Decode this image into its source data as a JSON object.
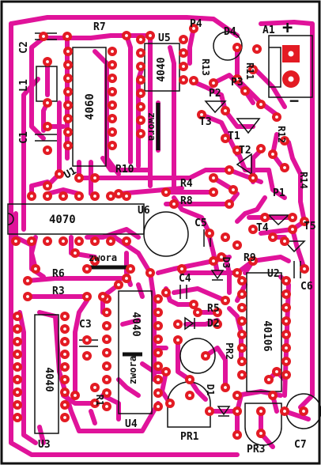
{
  "board": {
    "trace_color": "#e0139a",
    "pad_color": "#e31b23",
    "silk_color": "#111111",
    "background": "#ffffff"
  },
  "labels": {
    "c2": "C2",
    "r7": "R7",
    "u5": "U5",
    "p4": "P4",
    "d4": "D4",
    "a1": "A1",
    "plus": "+",
    "minus": "−",
    "l1": "L1",
    "c1": "C1",
    "ic4060": "4060",
    "ic4040_top": "4040",
    "zwora_top": "zwora",
    "r13": "R13",
    "r11": "R11",
    "p2": "P2",
    "p3": "P3",
    "t3": "T3",
    "t1": "T1",
    "r12": "R12",
    "t2": "T2",
    "u1": "U1",
    "r10": "R10",
    "r4": "R4",
    "r14": "R14",
    "p1": "P1",
    "r8": "R8",
    "u6": "U6",
    "ic4070": "4070",
    "c5": "C5",
    "t4": "T4",
    "t5": "T5",
    "zwora_mid": "zwora",
    "d3": "D3",
    "r9": "R9",
    "r6": "R6",
    "c4": "C4",
    "u2": "U2",
    "c6": "C6",
    "r3": "R3",
    "r5": "R5",
    "d2": "D2",
    "c3": "C3",
    "ic4040_bottom": "4040",
    "zwora_bottom": "zwora",
    "pr2": "PR2",
    "ic40106": "40106",
    "ic4040_left": "4040",
    "r1": "R1",
    "d1": "D1",
    "u4": "U4",
    "pr1": "PR1",
    "u3": "U3",
    "pr3": "PR3",
    "c7": "C7"
  }
}
